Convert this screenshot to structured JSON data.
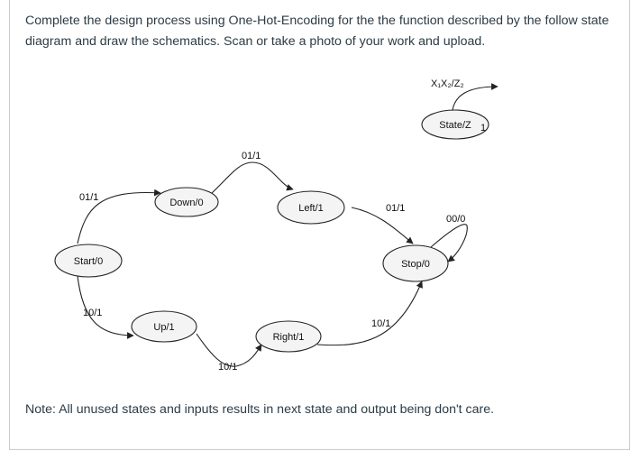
{
  "question": {
    "text": "Complete the design process using One-Hot-Encoding for the the function described by the follow state diagram and draw the schematics.  Scan or take a photo of your work and upload."
  },
  "diagram": {
    "states": {
      "start": "Start/0",
      "down": "Down/0",
      "up": "Up/1",
      "left": "Left/1",
      "right": "Right/1",
      "stop": "Stop/0",
      "legend": "State/Z"
    },
    "transitions": {
      "start_down": "01/1",
      "down_left": "01/1",
      "left_stop": "01/1",
      "start_up": "10/1",
      "up_right": "10/1",
      "right_stop": "10/1",
      "stop_self": "00/0"
    },
    "legend_arrow": "X₁X₂/Z₂"
  },
  "note": {
    "text": "Note: All unused states and inputs results in next state and output being don't care."
  }
}
